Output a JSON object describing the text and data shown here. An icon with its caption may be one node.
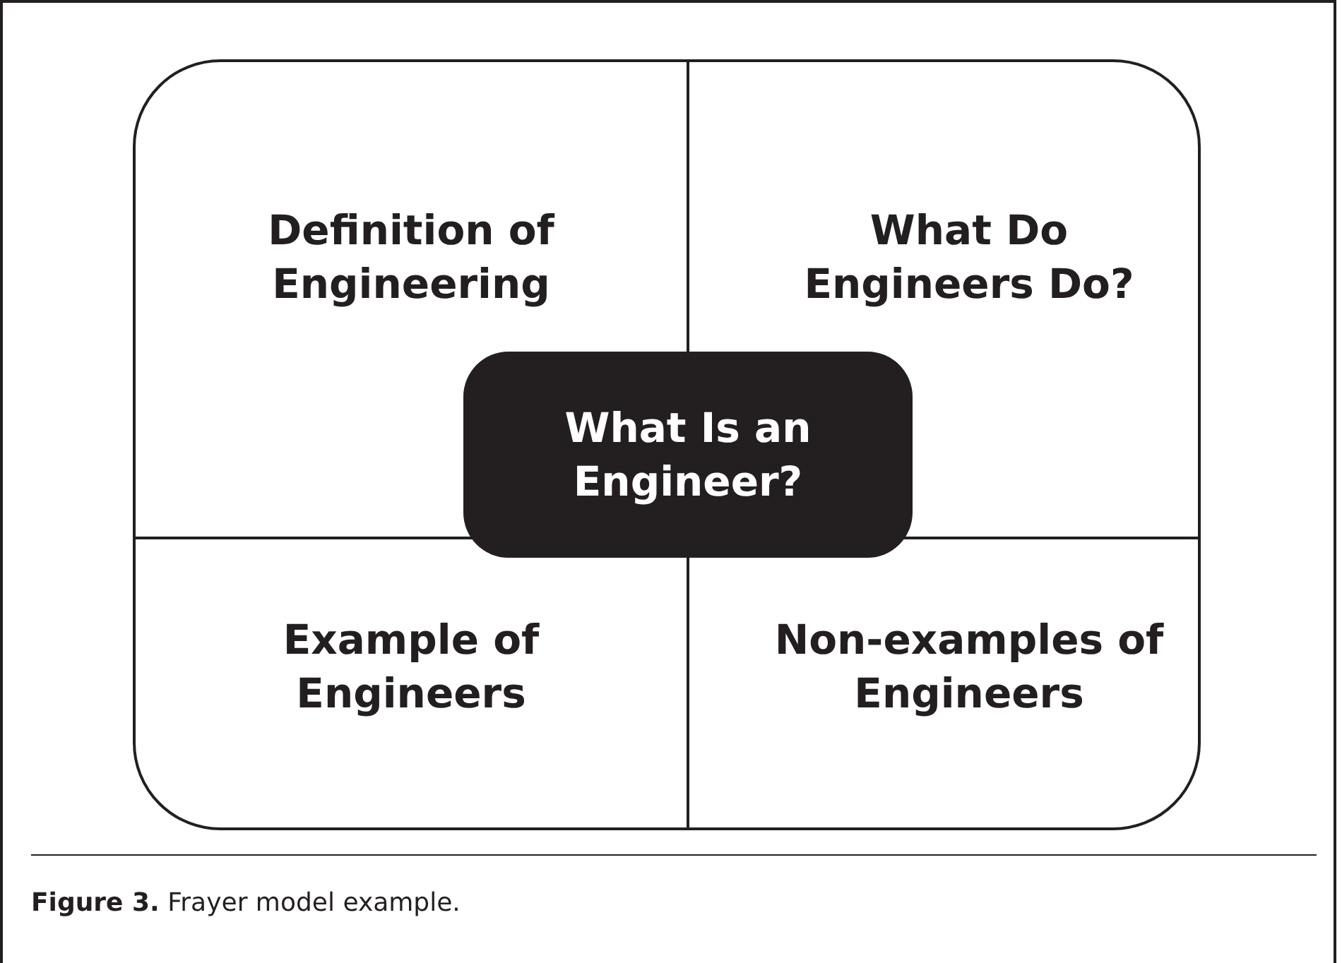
{
  "diagram": {
    "caption": "**Figure 3.** Frayer model example.",
    "nodes": [
      {
        "text": [],
        "shape": "box"
      },
      {
        "text": [
          "Definition of Engineering"
        ],
        "in": 0
      },
      {
        "text": [
          "What Do Engineers Do?"
        ],
        "in": 0
      },
      {
        "text": [
          "What Is an Engineer?"
        ],
        "in": 0
      },
      {
        "text": [
          "Example of Engineers"
        ],
        "in": 0
      },
      {
        "text": [
          "Non-examples of Engineers"
        ],
        "in": 0
      }
    ]
  }
}
